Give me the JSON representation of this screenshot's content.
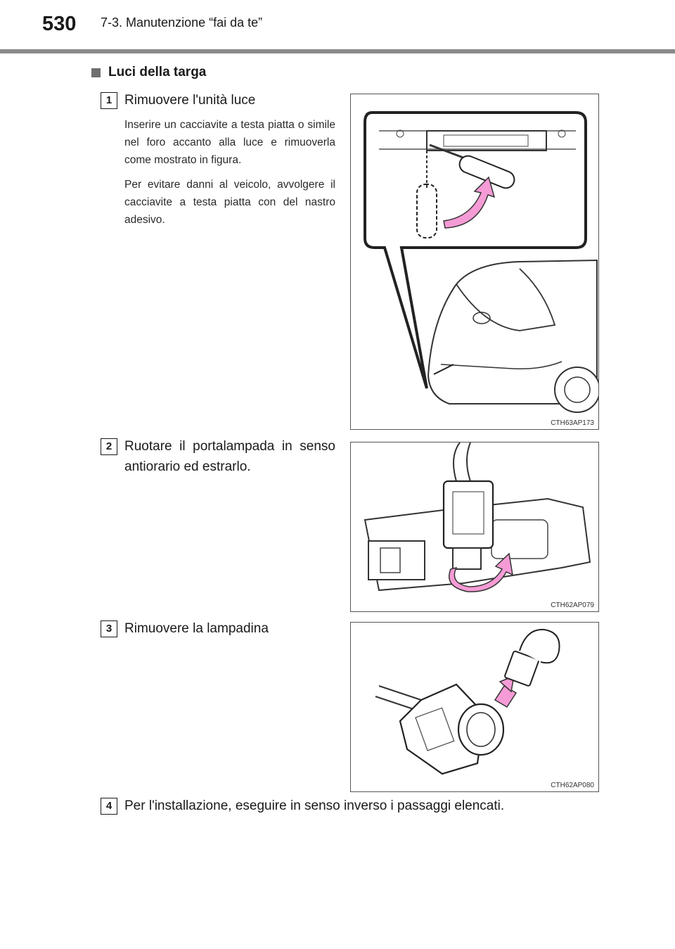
{
  "header": {
    "page_number": "530",
    "chapter": "7-3. Manutenzione “fai da te”"
  },
  "section": {
    "title": "Luci della targa"
  },
  "steps": [
    {
      "number": "1",
      "title": "Rimuovere l'unità luce",
      "paragraphs": [
        "Inserire un cacciavite a testa piatta o simile nel foro accanto alla luce e rimuoverla come mostrato in figura.",
        "Per evitare danni al veicolo, avvolgere il cacciavite a testa piatta con del nastro adesivo."
      ],
      "figure_code": "CTH63AP173"
    },
    {
      "number": "2",
      "title": "Ruotare il portalampada in senso antiorario ed estrarlo.",
      "figure_code": "CTH62AP079"
    },
    {
      "number": "3",
      "title": "Rimuovere la lampadina",
      "figure_code": "CTH62AP080"
    },
    {
      "number": "4",
      "title": "Per l'installazione, eseguire in senso inverso i passaggi elencati."
    }
  ],
  "colors": {
    "rule": "#8a8a8a",
    "arrow_pink": "#f59bd6",
    "text": "#1a1a1a"
  }
}
